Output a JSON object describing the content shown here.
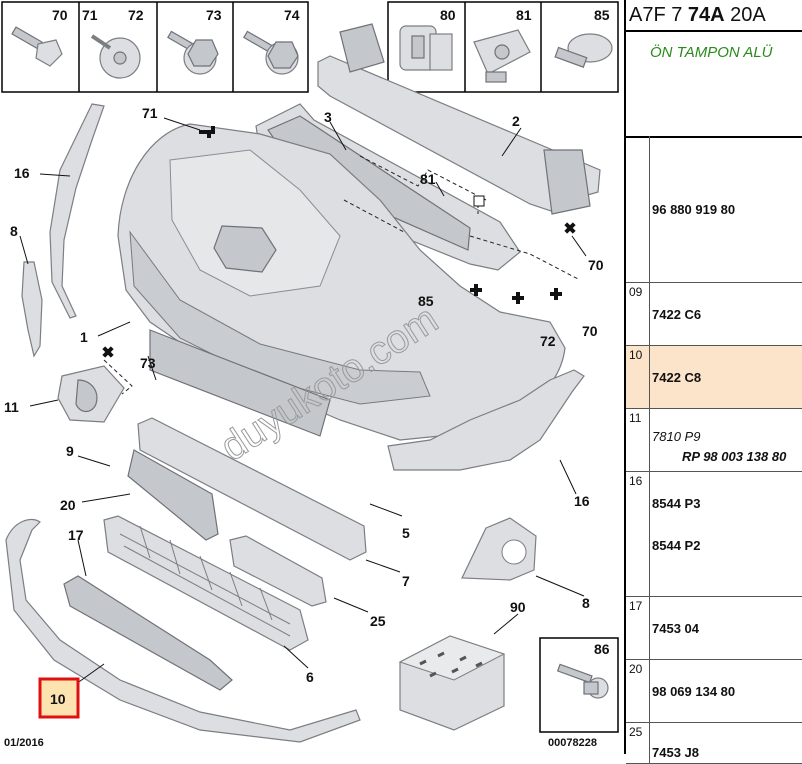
{
  "header": {
    "model": "A7F 7 ",
    "model_bold": "74A",
    "model_tail": " 20A",
    "description": "ÖN TAMPON ALÜ"
  },
  "top_boxes": [
    "70",
    "71",
    "72",
    "73",
    "74",
    "80",
    "81",
    "85"
  ],
  "callouts": {
    "c1": "1",
    "c2": "2",
    "c3": "3",
    "c5": "5",
    "c6": "6",
    "c7": "7",
    "c8a": "8",
    "c8b": "8",
    "c9": "9",
    "c10": "10",
    "c11": "11",
    "c16a": "16",
    "c16b": "16",
    "c17": "17",
    "c20": "20",
    "c25": "25",
    "c70a": "70",
    "c70b": "70",
    "c71": "71",
    "c72": "72",
    "c73": "73",
    "c81": "81",
    "c85": "85",
    "c86": "86",
    "c90": "90"
  },
  "watermark": "duyukoto.com",
  "footer": {
    "date": "01/2016",
    "ref": "00078228"
  },
  "table": {
    "rows": [
      {
        "num": "",
        "lines": [
          "96 880 919 80"
        ]
      },
      {
        "num": "09",
        "lines": [
          "7422 C6"
        ]
      },
      {
        "num": "10",
        "lines": [
          "7422 C8"
        ]
      },
      {
        "num": "11",
        "lines": [
          "7810 P9",
          "RP 98 003 138 80"
        ]
      },
      {
        "num": "16",
        "lines": [
          "8544 P3",
          "8544 P2"
        ]
      },
      {
        "num": "17",
        "lines": [
          "7453 04"
        ]
      },
      {
        "num": "20",
        "lines": [
          "98 069 134 80"
        ]
      },
      {
        "num": "25",
        "lines": [
          "7453 J8"
        ]
      }
    ]
  },
  "colors": {
    "highlight": "#fbe4c9",
    "selected_box": "#e01010",
    "selected_fill": "#fde3b0",
    "subtitle": "#2a8a1d"
  }
}
